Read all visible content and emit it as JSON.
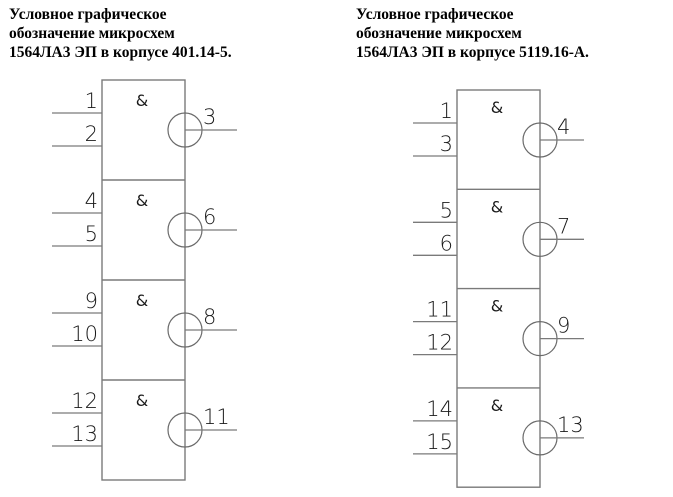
{
  "diagrams": [
    {
      "title_lines": [
        "Условное графическое",
        "обозначение микросхем",
        "1564ЛА3 ЭП в корпусе 401.14-5."
      ],
      "gate_symbol": "&",
      "gates": [
        {
          "inputs": [
            "1",
            "2"
          ],
          "output": "3",
          "output_inverted": true
        },
        {
          "inputs": [
            "4",
            "5"
          ],
          "output": "6",
          "output_inverted": true
        },
        {
          "inputs": [
            "9",
            "10"
          ],
          "output": "8",
          "output_inverted": true
        },
        {
          "inputs": [
            "12",
            "13"
          ],
          "output": "11",
          "output_inverted": true
        }
      ]
    },
    {
      "title_lines": [
        "Условное графическое",
        "обозначение микросхем",
        "1564ЛА3 ЭП в корпусе 5119.16-А."
      ],
      "gate_symbol": "&",
      "gates": [
        {
          "inputs": [
            "1",
            "3"
          ],
          "output": "4",
          "output_inverted": true
        },
        {
          "inputs": [
            "5",
            "6"
          ],
          "output": "7",
          "output_inverted": true
        },
        {
          "inputs": [
            "11",
            "12"
          ],
          "output": "9",
          "output_inverted": true
        },
        {
          "inputs": [
            "14",
            "15"
          ],
          "output": "13",
          "output_inverted": true
        }
      ]
    }
  ]
}
